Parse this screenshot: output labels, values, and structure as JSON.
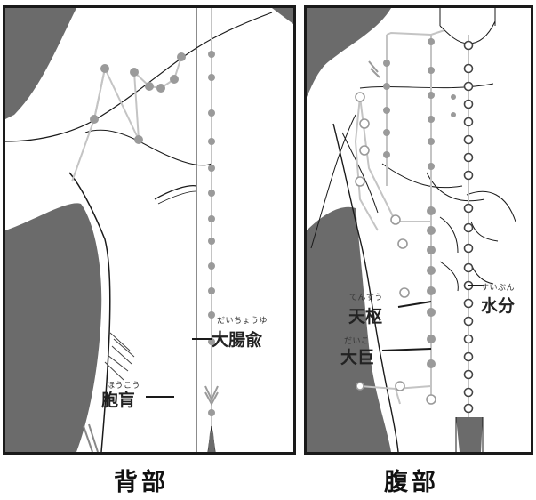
{
  "panels": {
    "back": {
      "caption": "背部",
      "labels": {
        "daichoyu": {
          "furigana": "だいちょうゆ",
          "name": "大腸兪"
        },
        "houkou": {
          "furigana": "ほうこう",
          "name": "胞肓"
        }
      }
    },
    "front": {
      "caption": "腹部",
      "labels": {
        "tensuu": {
          "furigana": "てんすう",
          "name": "天枢"
        },
        "suibun": {
          "furigana": "すいぶん",
          "name": "水分"
        },
        "daiko": {
          "furigana": "だいこ",
          "name": "大巨"
        }
      }
    }
  },
  "colors": {
    "skin_shadow": "#6b6b6b",
    "meridian_line": "#c4c4c4",
    "point_fill": "#9a9a9a",
    "outline": "#1a1a1a"
  }
}
